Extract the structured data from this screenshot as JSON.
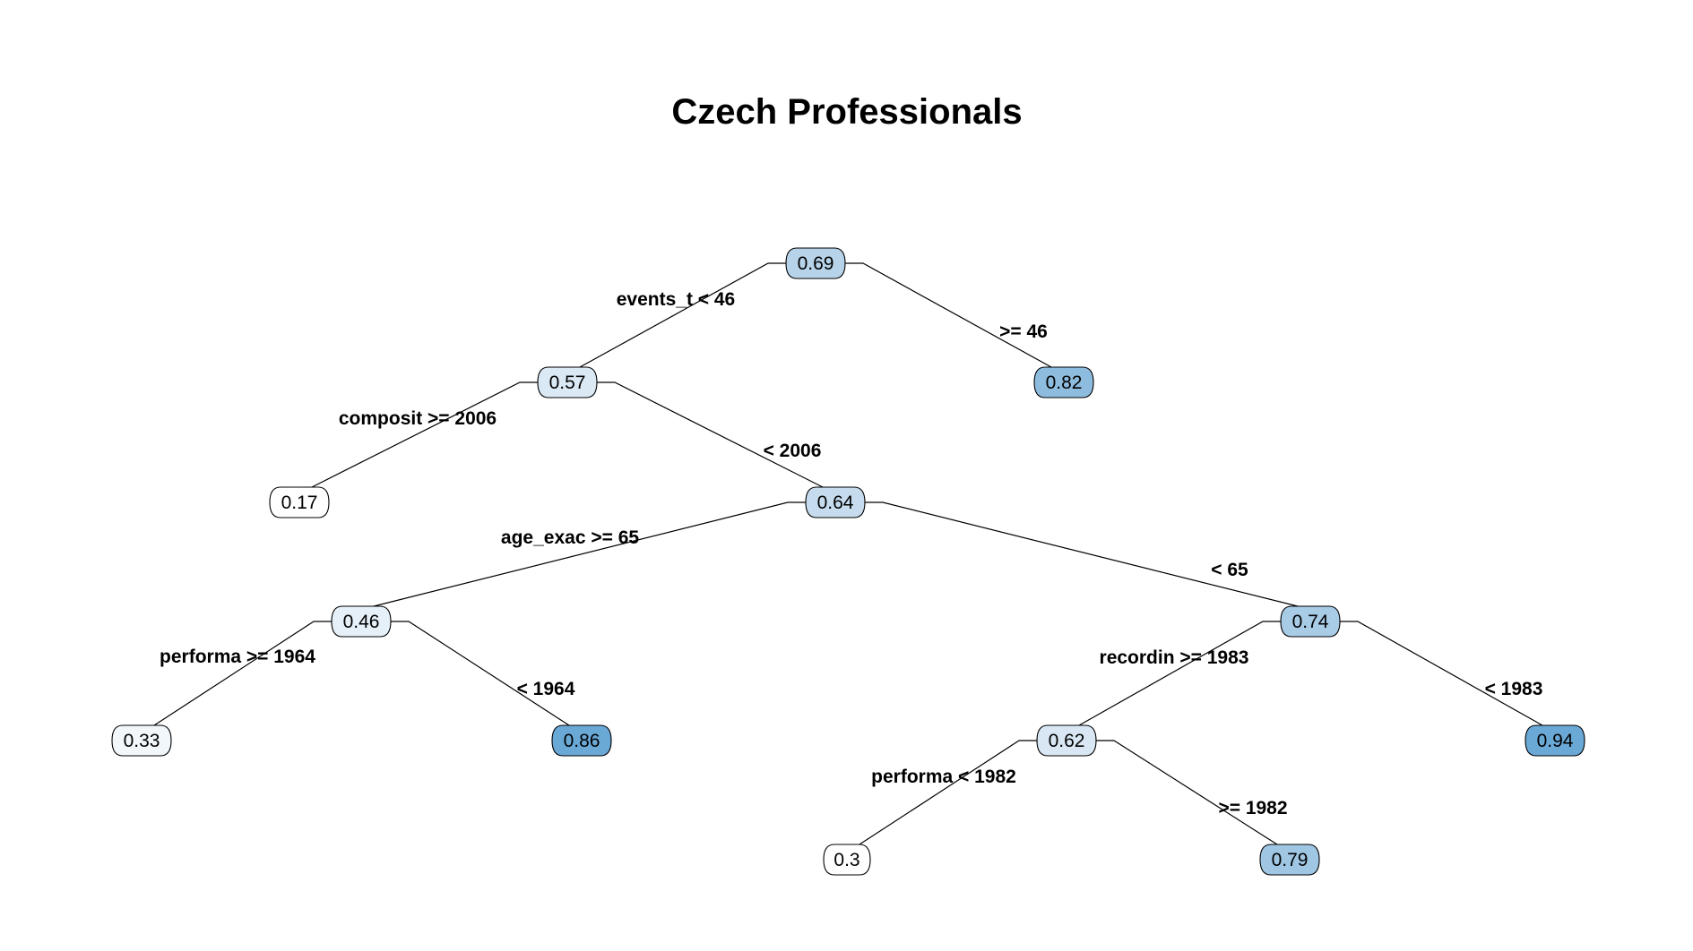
{
  "title": "Czech Professionals",
  "tree": {
    "nodes": [
      {
        "id": "n1",
        "value": "0.69",
        "fill": "#b6d3e9"
      },
      {
        "id": "n2",
        "value": "0.57",
        "fill": "#dbe9f5"
      },
      {
        "id": "n3",
        "value": "0.82",
        "fill": "#8ebcde"
      },
      {
        "id": "n4",
        "value": "0.17",
        "fill": "#ffffff"
      },
      {
        "id": "n5",
        "value": "0.64",
        "fill": "#c6dcee"
      },
      {
        "id": "n6",
        "value": "0.46",
        "fill": "#e6f0f8"
      },
      {
        "id": "n7",
        "value": "0.74",
        "fill": "#a8cbe6"
      },
      {
        "id": "n8",
        "value": "0.33",
        "fill": "#f2f7fb"
      },
      {
        "id": "n9",
        "value": "0.86",
        "fill": "#6aa8d6"
      },
      {
        "id": "n10",
        "value": "0.62",
        "fill": "#d8e7f3"
      },
      {
        "id": "n11",
        "value": "0.94",
        "fill": "#6aa8d6"
      },
      {
        "id": "n12",
        "value": "0.3",
        "fill": "#ffffff"
      },
      {
        "id": "n13",
        "value": "0.79",
        "fill": "#9fc6e3"
      }
    ],
    "splits": [
      {
        "id": "s1",
        "label": "events_t < 46"
      },
      {
        "id": "s2",
        "label": ">= 46"
      },
      {
        "id": "s3",
        "label": "composit >= 2006"
      },
      {
        "id": "s4",
        "label": "< 2006"
      },
      {
        "id": "s5",
        "label": "age_exac >= 65"
      },
      {
        "id": "s6",
        "label": "< 65"
      },
      {
        "id": "s7",
        "label": "performa >= 1964"
      },
      {
        "id": "s8",
        "label": "< 1964"
      },
      {
        "id": "s9",
        "label": "recordin >= 1983"
      },
      {
        "id": "s10",
        "label": "< 1983"
      },
      {
        "id": "s11",
        "label": "performa < 1982"
      },
      {
        "id": "s12",
        "label": ">= 1982"
      }
    ]
  }
}
